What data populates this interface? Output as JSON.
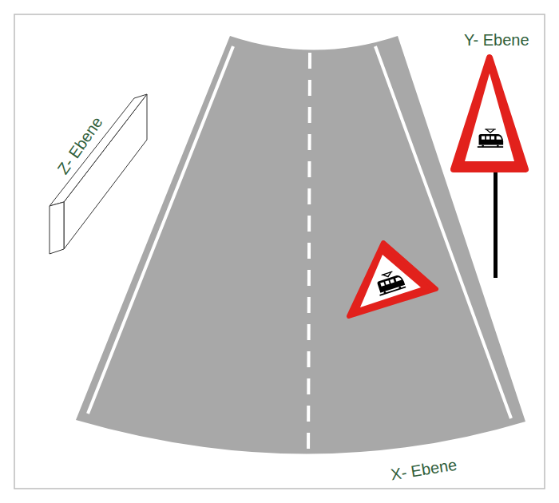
{
  "diagram": {
    "labels": [
      "Z- Ebene",
      "Y- Ebene",
      "X- Ebene"
    ]
  }
}
